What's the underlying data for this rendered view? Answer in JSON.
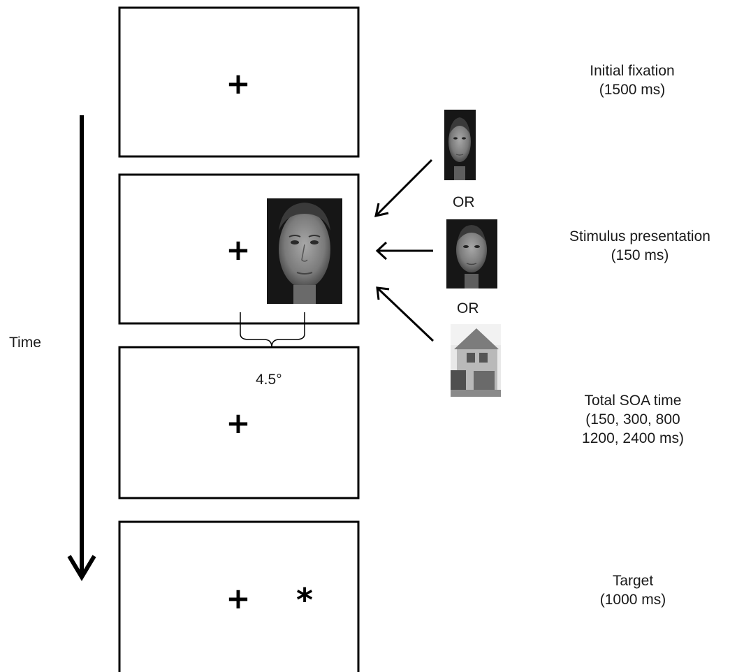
{
  "axis": {
    "time_label": "Time"
  },
  "screens": [
    {
      "id": "fixation",
      "content": "fixation-cross"
    },
    {
      "id": "stimulus",
      "content": "fixation-cross-and-face"
    },
    {
      "id": "soa",
      "content": "fixation-cross"
    },
    {
      "id": "target",
      "content": "fixation-cross-and-asterisk"
    }
  ],
  "symbols": {
    "fixation": "+",
    "target": "*"
  },
  "angle_label": "4.5°",
  "stimulus_options": {
    "items": [
      "face-averted-gaze",
      "face-direct-gaze",
      "house"
    ],
    "separator": "OR"
  },
  "phases": [
    {
      "line1": "Initial fixation",
      "line2": "(1500 ms)"
    },
    {
      "line1": "Stimulus presentation",
      "line2": "(150 ms)"
    },
    {
      "line1": "Total SOA time",
      "line2": "(150, 300, 800",
      "line3": "1200, 2400 ms)"
    },
    {
      "line1": "Target",
      "line2": "(1000 ms)"
    }
  ],
  "colors": {
    "frame": "#000000",
    "text": "#1a1a1a",
    "photo_background": "#161616",
    "skin": "#8a8a8a"
  }
}
